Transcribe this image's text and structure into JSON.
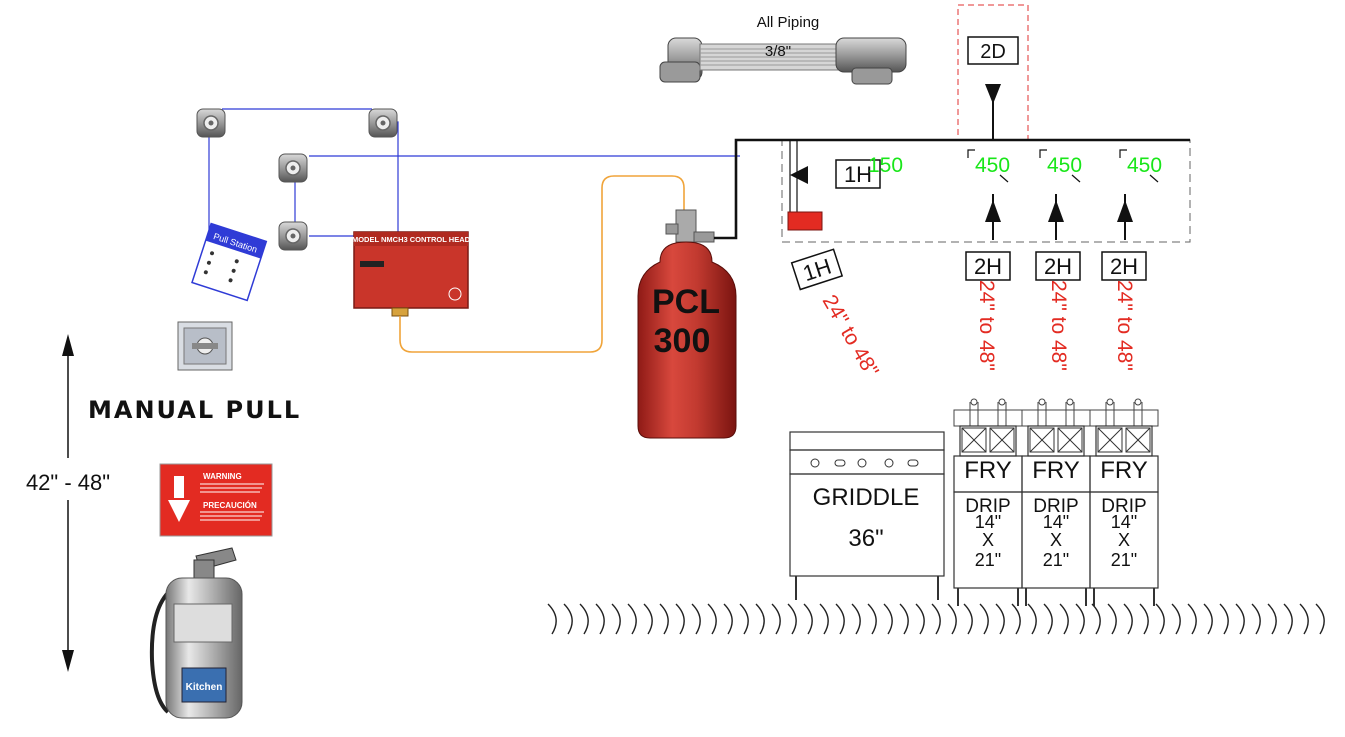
{
  "piping": {
    "title": "All Piping",
    "size": "3/8\""
  },
  "nozzle_box_top": "2D",
  "nozzle_flow_values": [
    "150",
    "450",
    "450",
    "450"
  ],
  "nozzle_types": {
    "left": "1H",
    "label_1h": "1H",
    "label_2h": "2H"
  },
  "heights": {
    "left": "24\" to 48\"",
    "fryer": "24\" to 48\""
  },
  "cylinder": {
    "line1": "PCL",
    "line2": "300"
  },
  "control_head": {
    "title": "MODEL NMCH3 CONTROL HEAD"
  },
  "manual_pull": "MANUAL PULL",
  "pull_tag": "Pull Station",
  "mount_height": "42\" - 48\"",
  "warning_sign": {
    "title1": "WARNING",
    "title2": "PRECAUCIÓN"
  },
  "extinguisher": {
    "label": "Kitchen"
  },
  "griddle": {
    "name": "GRIDDLE",
    "size": "36\""
  },
  "fryer": {
    "name": "FRY",
    "drip": "DRIP",
    "dim1": "14\"",
    "x": "X",
    "dim2": "21\""
  },
  "colors": {
    "red": "#e32b22",
    "green": "#19e619",
    "blue": "#2f3bd6",
    "orange": "#f0a43a",
    "dash_red": "#e03030"
  }
}
